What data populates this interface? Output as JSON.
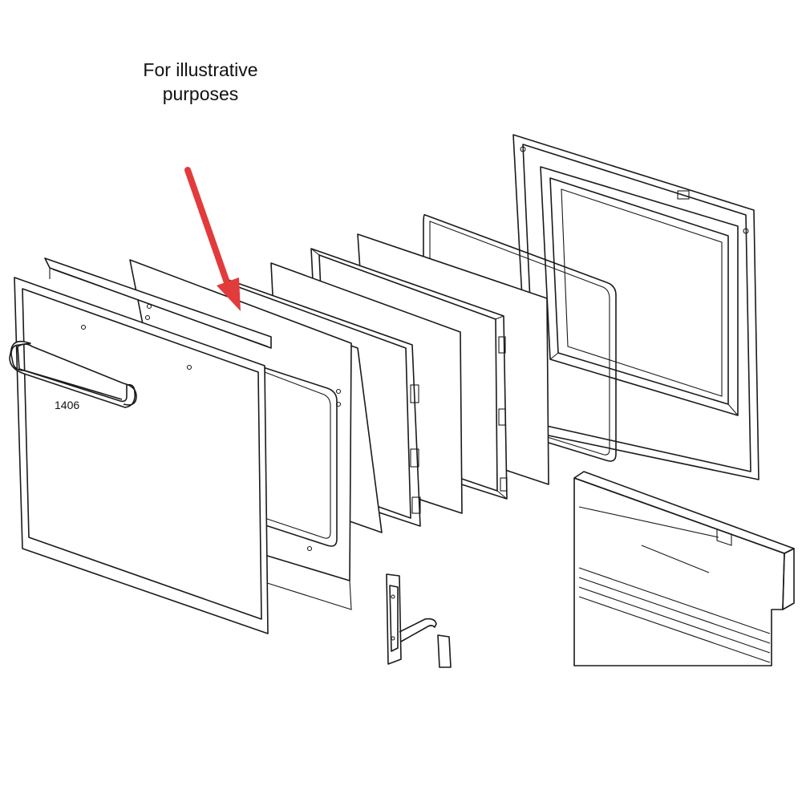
{
  "caption": {
    "line1": "For illustrative",
    "line2": "purposes"
  },
  "callouts": {
    "part_number": "1406"
  },
  "highlight": {
    "arrow_color": "#e23b3b",
    "target": "inner-glass-panel"
  },
  "icons": {
    "pointer": "red-arrow-icon"
  }
}
